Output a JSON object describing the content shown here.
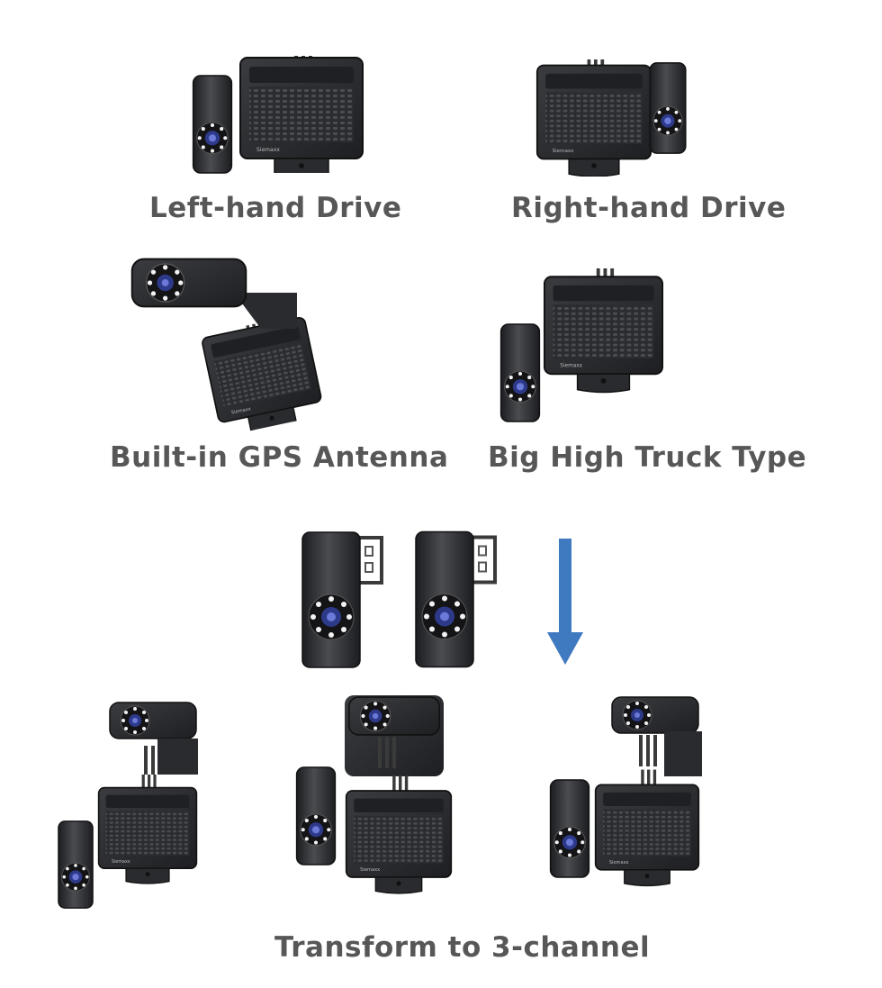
{
  "captions": {
    "left_hand_drive": "Left-hand Drive",
    "right_hand_drive": "Right-hand Drive",
    "built_in_gps": "Built-in GPS Antenna",
    "big_high_truck": "Big High Truck Type",
    "transform": "Transform to 3-channel"
  },
  "device": {
    "brand_mark": "Siemaxx"
  },
  "colors": {
    "caption_text": "#575757",
    "arrow": "#3f79c0",
    "device_body": "#2b2d30"
  },
  "icons": [
    "dashcam-device",
    "camera-module",
    "down-arrow-icon"
  ]
}
